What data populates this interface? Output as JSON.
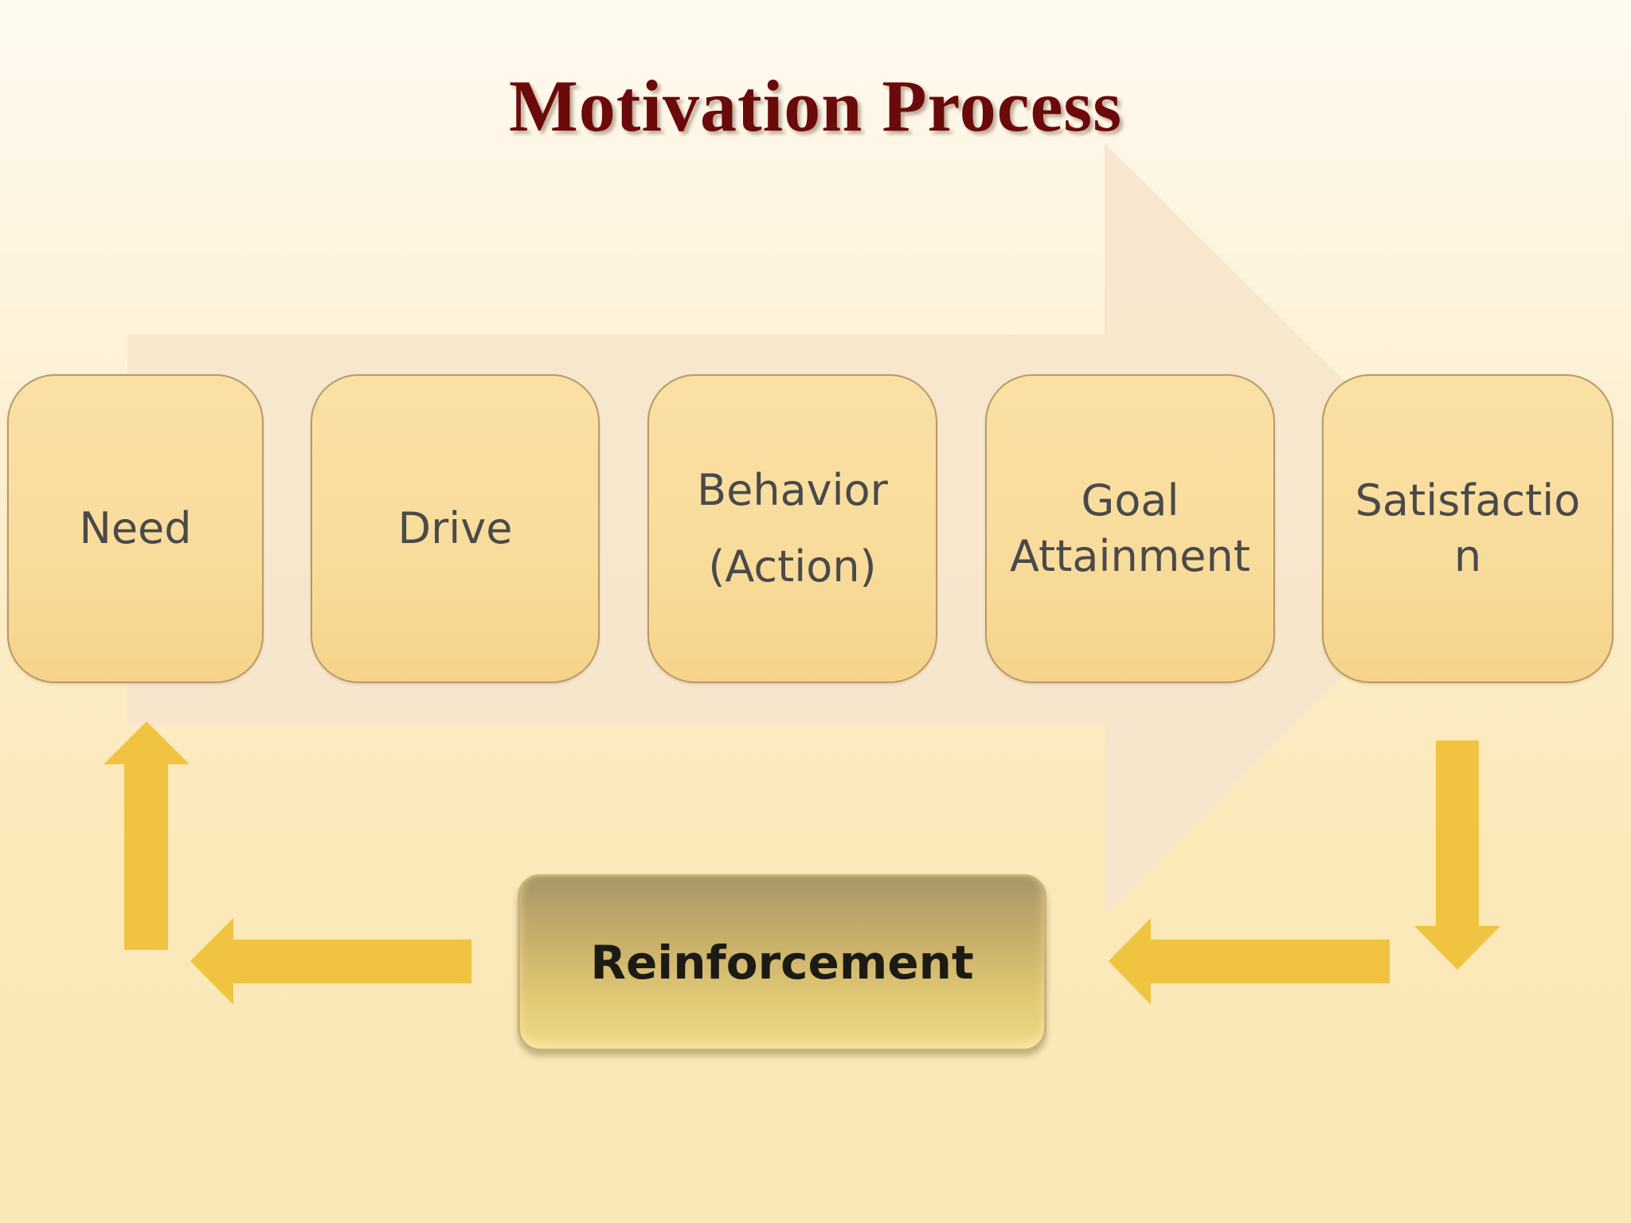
{
  "title": "Motivation Process",
  "steps": [
    {
      "lines": [
        "Need"
      ]
    },
    {
      "lines": [
        "Drive"
      ]
    },
    {
      "lines": [
        "Behavior",
        "(Action)"
      ]
    },
    {
      "lines": [
        "Goal",
        "Attainment"
      ]
    },
    {
      "lines": [
        "Satisfactio",
        "n"
      ]
    }
  ],
  "feedback": {
    "label": "Reinforcement"
  },
  "colors": {
    "title": "#6a0a0a",
    "step_fill": "#f8dc9b",
    "arrow": "#f0c440",
    "big_arrow": "#f7e6cc",
    "reinforcement_fill": "#d4bc6e"
  }
}
